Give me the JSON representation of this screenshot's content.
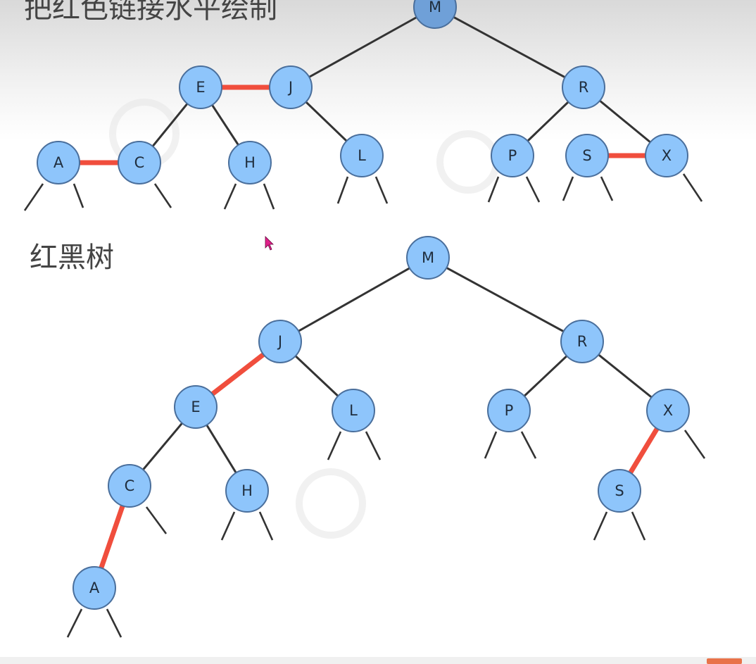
{
  "headings": {
    "top": "把红色链接水平绘制",
    "bottom": "红黑树"
  },
  "colors": {
    "node_fill": "#8ec5fb",
    "node_stroke": "#4a6f9c",
    "root_fill": "#6fa0d8",
    "black_link": "#333333",
    "red_link": "#f04e3d"
  },
  "trees": [
    {
      "name": "horizontal-red-links",
      "nodes": [
        {
          "id": "M",
          "label": "M",
          "root": true
        },
        {
          "id": "E",
          "label": "E"
        },
        {
          "id": "J",
          "label": "J"
        },
        {
          "id": "R",
          "label": "R"
        },
        {
          "id": "A",
          "label": "A"
        },
        {
          "id": "C",
          "label": "C"
        },
        {
          "id": "H",
          "label": "H"
        },
        {
          "id": "L",
          "label": "L"
        },
        {
          "id": "P",
          "label": "P"
        },
        {
          "id": "S",
          "label": "S"
        },
        {
          "id": "X",
          "label": "X"
        }
      ],
      "links": [
        {
          "from": "M",
          "to": "J",
          "color": "black"
        },
        {
          "from": "M",
          "to": "R",
          "color": "black"
        },
        {
          "from": "E",
          "to": "J",
          "color": "red"
        },
        {
          "from": "E",
          "to": "C",
          "color": "black"
        },
        {
          "from": "E",
          "to": "H",
          "color": "black"
        },
        {
          "from": "J",
          "to": "L",
          "color": "black"
        },
        {
          "from": "A",
          "to": "C",
          "color": "red"
        },
        {
          "from": "R",
          "to": "P",
          "color": "black"
        },
        {
          "from": "R",
          "to": "X",
          "color": "black"
        },
        {
          "from": "S",
          "to": "X",
          "color": "red"
        }
      ]
    },
    {
      "name": "red-black-tree",
      "nodes": [
        {
          "id": "M",
          "label": "M"
        },
        {
          "id": "J",
          "label": "J"
        },
        {
          "id": "R",
          "label": "R"
        },
        {
          "id": "E",
          "label": "E"
        },
        {
          "id": "L",
          "label": "L"
        },
        {
          "id": "P",
          "label": "P"
        },
        {
          "id": "X",
          "label": "X"
        },
        {
          "id": "C",
          "label": "C"
        },
        {
          "id": "H",
          "label": "H"
        },
        {
          "id": "S",
          "label": "S"
        },
        {
          "id": "A",
          "label": "A"
        }
      ],
      "links": [
        {
          "from": "M",
          "to": "J",
          "color": "black"
        },
        {
          "from": "M",
          "to": "R",
          "color": "black"
        },
        {
          "from": "J",
          "to": "E",
          "color": "red"
        },
        {
          "from": "J",
          "to": "L",
          "color": "black"
        },
        {
          "from": "R",
          "to": "P",
          "color": "black"
        },
        {
          "from": "R",
          "to": "X",
          "color": "black"
        },
        {
          "from": "E",
          "to": "C",
          "color": "black"
        },
        {
          "from": "E",
          "to": "H",
          "color": "black"
        },
        {
          "from": "X",
          "to": "S",
          "color": "red"
        },
        {
          "from": "C",
          "to": "A",
          "color": "red"
        }
      ]
    }
  ]
}
